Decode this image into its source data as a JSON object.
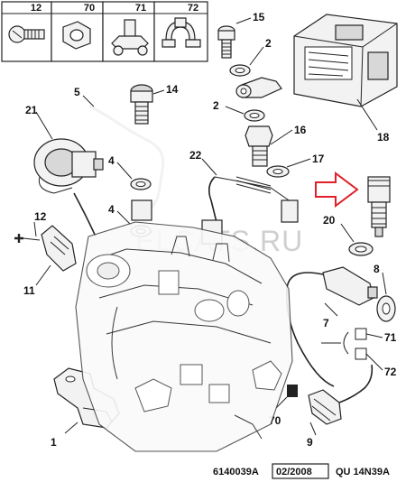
{
  "header_boxes": [
    {
      "label": "12",
      "icon": "screw-icon"
    },
    {
      "label": "70",
      "icon": "nut-icon"
    },
    {
      "label": "71",
      "icon": "clip-icon"
    },
    {
      "label": "72",
      "icon": "bracket-icon"
    }
  ],
  "callouts": {
    "c1": "1",
    "c2a": "2",
    "c2b": "2",
    "c4a": "4",
    "c4b": "4",
    "c5": "5",
    "c7": "7",
    "c8": "8",
    "c9": "9",
    "c11": "11",
    "c12": "12",
    "c14": "14",
    "c15": "15",
    "c16": "16",
    "c17": "17",
    "c18": "18",
    "c20": "20",
    "c21": "21",
    "c22": "22",
    "c70": "70",
    "c71": "71",
    "c72": "72"
  },
  "watermark": "ELCATS.RU",
  "footer": {
    "code": "6140039A",
    "date": "02/2008",
    "ref": "QU 14N39A"
  },
  "colors": {
    "ink": "#222222",
    "highlight_arrow": "#e0202a",
    "watermark": "#cfcfcf"
  }
}
